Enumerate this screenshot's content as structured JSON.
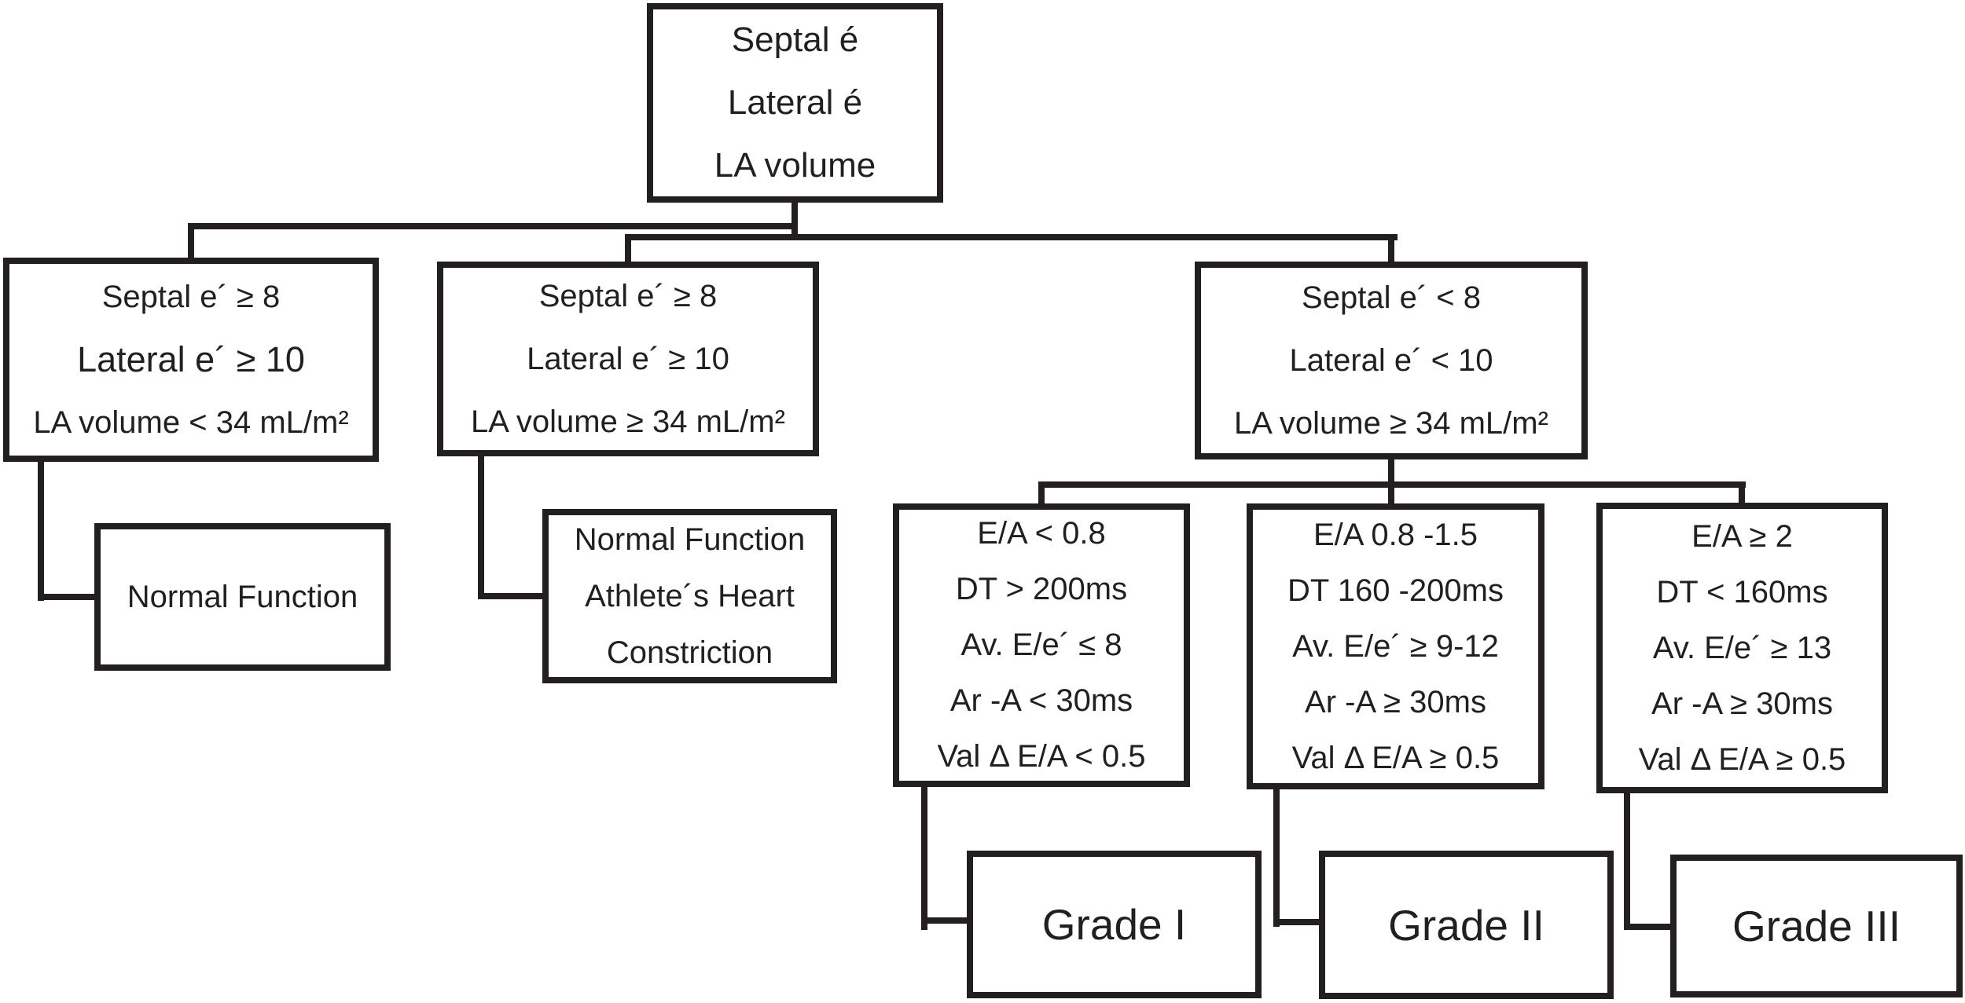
{
  "colors": {
    "ink": "#231f20",
    "background": "#ffffff"
  },
  "flowchart": {
    "nodes": {
      "root": {
        "lines": [
          "Septal é",
          "Lateral é",
          "LA volume"
        ]
      },
      "left_criteria": {
        "lines": [
          "Septal e´ ≥ 8",
          "Lateral e´ ≥ 10",
          "LA volume < 34 mL/m²"
        ]
      },
      "mid_criteria": {
        "lines": [
          "Septal e´ ≥ 8",
          "Lateral e´ ≥ 10",
          "LA volume ≥ 34 mL/m²"
        ]
      },
      "right_criteria": {
        "lines": [
          "Septal e´ < 8",
          "Lateral e´ < 10",
          "LA volume ≥ 34 mL/m²"
        ]
      },
      "normal_function": {
        "lines": [
          "Normal Function"
        ]
      },
      "athlete_heart": {
        "lines": [
          "Normal Function",
          "Athlete´s Heart",
          "Constriction"
        ]
      },
      "grade1_criteria": {
        "lines": [
          "E/A < 0.8",
          "DT > 200ms",
          "Av. E/e´ ≤ 8",
          "Ar -A < 30ms",
          "Val Δ E/A < 0.5"
        ]
      },
      "grade2_criteria": {
        "lines": [
          "E/A 0.8 -1.5",
          "DT 160 -200ms",
          "Av. E/e´ ≥ 9-12",
          "Ar -A ≥ 30ms",
          "Val Δ E/A ≥ 0.5"
        ]
      },
      "grade3_criteria": {
        "lines": [
          "E/A ≥ 2",
          "DT < 160ms",
          "Av. E/e´ ≥ 13",
          "Ar -A ≥ 30ms",
          "Val Δ E/A ≥ 0.5"
        ]
      },
      "grade1": {
        "lines": [
          "Grade I"
        ]
      },
      "grade2": {
        "lines": [
          "Grade II"
        ]
      },
      "grade3": {
        "lines": [
          "Grade III"
        ]
      }
    },
    "edges": [
      {
        "from": "root",
        "to": "left_criteria"
      },
      {
        "from": "root",
        "to": "mid_criteria"
      },
      {
        "from": "root",
        "to": "right_criteria"
      },
      {
        "from": "left_criteria",
        "to": "normal_function"
      },
      {
        "from": "mid_criteria",
        "to": "athlete_heart"
      },
      {
        "from": "right_criteria",
        "to": "grade1_criteria"
      },
      {
        "from": "right_criteria",
        "to": "grade2_criteria"
      },
      {
        "from": "right_criteria",
        "to": "grade3_criteria"
      },
      {
        "from": "grade1_criteria",
        "to": "grade1"
      },
      {
        "from": "grade2_criteria",
        "to": "grade2"
      },
      {
        "from": "grade3_criteria",
        "to": "grade3"
      }
    ]
  }
}
